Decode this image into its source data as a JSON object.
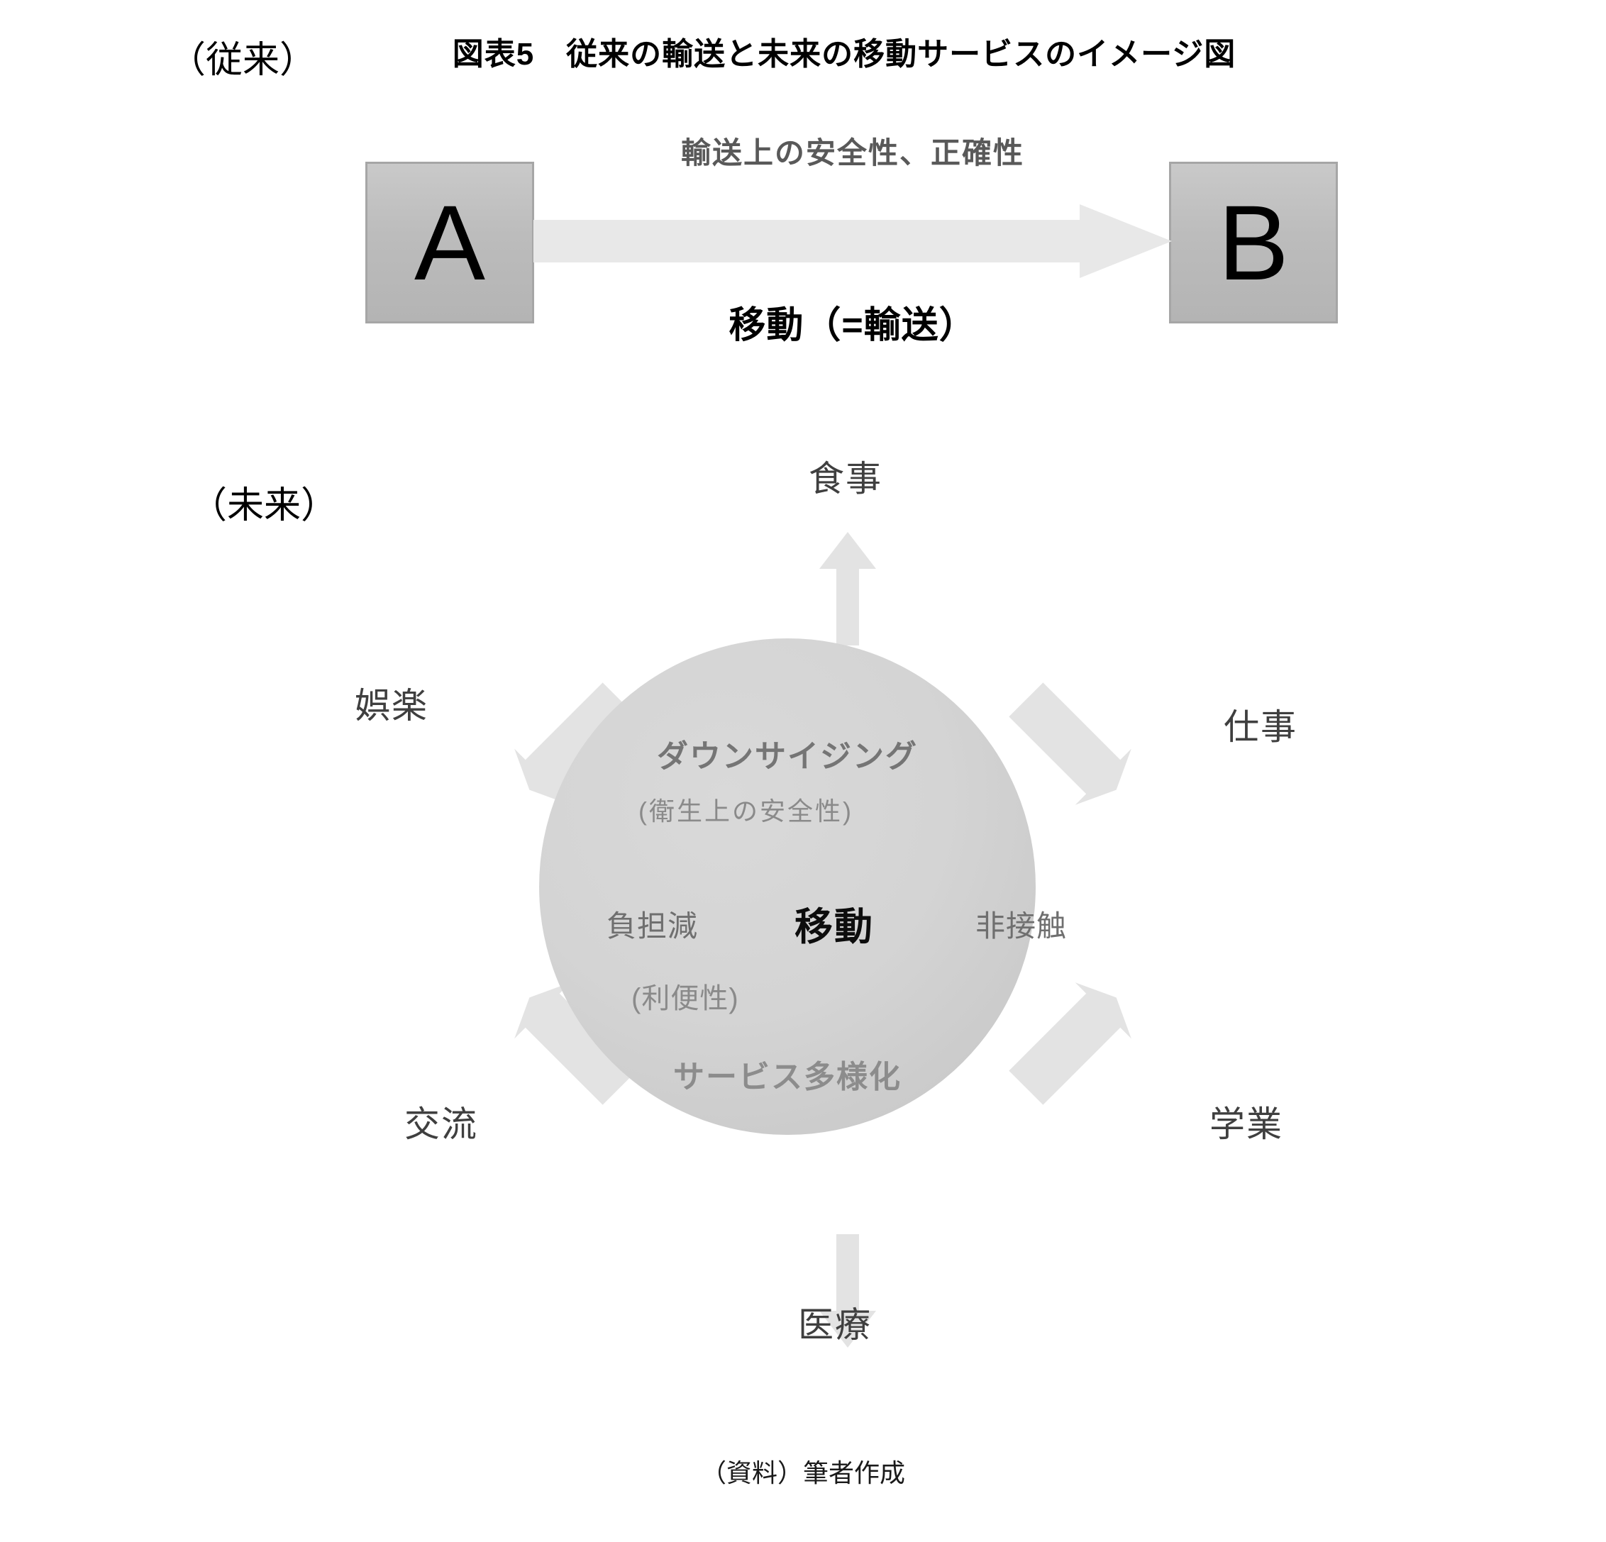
{
  "figure": {
    "title": "図表5　従来の輸送と未来の移動サービスのイメージ図",
    "source_note": "（資料）筆者作成"
  },
  "legacy_section": {
    "label": "（従来）",
    "node_a": "A",
    "node_b": "B",
    "arrow_top_label": "輸送上の安全性、正確性",
    "arrow_bottom_label": "移動（=輸送）",
    "colors": {
      "node_fill": "#bfbfbf",
      "node_border": "#a6a6a6",
      "arrow_fill": "#e8e8e8",
      "label_gray": "#595959"
    }
  },
  "future_section": {
    "label": "（未来）",
    "circle": {
      "top_text": "ダウンサイジング",
      "top_sub_text": "(衛生上の安全性)",
      "left_text": "負担減",
      "left_sub_text": "(利便性)",
      "center_text": "移動",
      "right_text": "非接触",
      "bottom_text": "サービス多様化",
      "fill": "#d4d4d4"
    },
    "spokes": [
      {
        "label": "食事",
        "direction": "up"
      },
      {
        "label": "娯楽",
        "direction": "up-left"
      },
      {
        "label": "仕事",
        "direction": "up-right"
      },
      {
        "label": "交流",
        "direction": "down-left"
      },
      {
        "label": "学業",
        "direction": "down-right"
      },
      {
        "label": "医療",
        "direction": "down"
      }
    ],
    "arrow_fill": "#e3e3e3"
  }
}
